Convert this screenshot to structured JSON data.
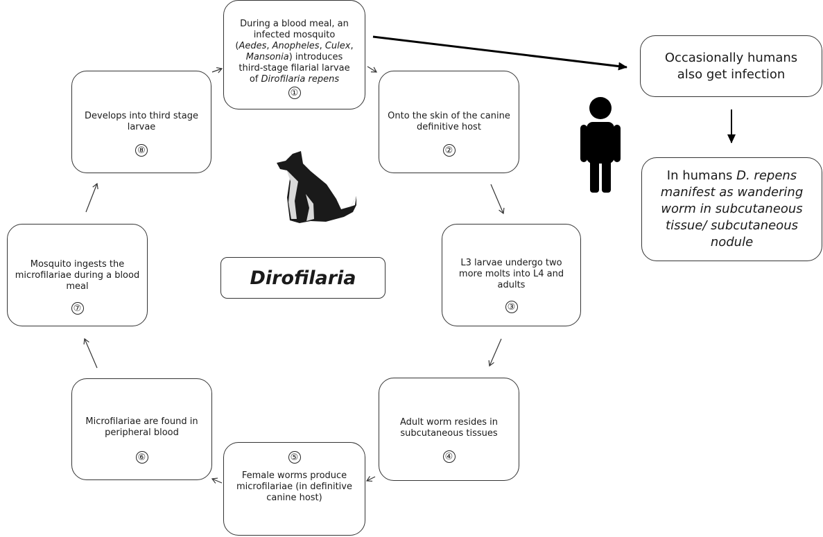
{
  "title": "Dirofilaria",
  "steps": [
    {
      "num": "①",
      "lines": [
        "During a blood meal, an",
        "infected mosquito"
      ],
      "line3": {
        "p1": "Aedes",
        "s1": ", ",
        "p2": "Anopheles",
        "s2": ", ",
        "p3": "Culex",
        "s3": ","
      },
      "line4": {
        "p1": "Mansonia",
        "s1": ") introduces"
      },
      "line5": "third-stage filarial larvae",
      "line6": {
        "pre": "of ",
        "it": "Dirofilaria repens"
      }
    },
    {
      "num": "②",
      "text": "Onto the skin of the canine definitive host"
    },
    {
      "num": "③",
      "text": "L3 larvae undergo two more molts into L4 and adults"
    },
    {
      "num": "④",
      "text": "Adult worm resides in subcutaneous tissues"
    },
    {
      "num": "⑤",
      "text": "Female worms produce microfilariae (in definitive canine host)"
    },
    {
      "num": "⑥",
      "text": "Microfilariae are found in peripheral blood"
    },
    {
      "num": "⑦",
      "text": "Mosquito ingests the microfilariae during a blood meal"
    },
    {
      "num": "⑧",
      "text": "Develops into third stage larvae"
    }
  ],
  "human": {
    "infection": "Occasionally humans also get infection",
    "manifest_pre": "In humans ",
    "manifest_species": "D. repens",
    "manifest_rest": " manifest as wandering worm in subcutaneous tissue/ subcutaneous nodule"
  }
}
